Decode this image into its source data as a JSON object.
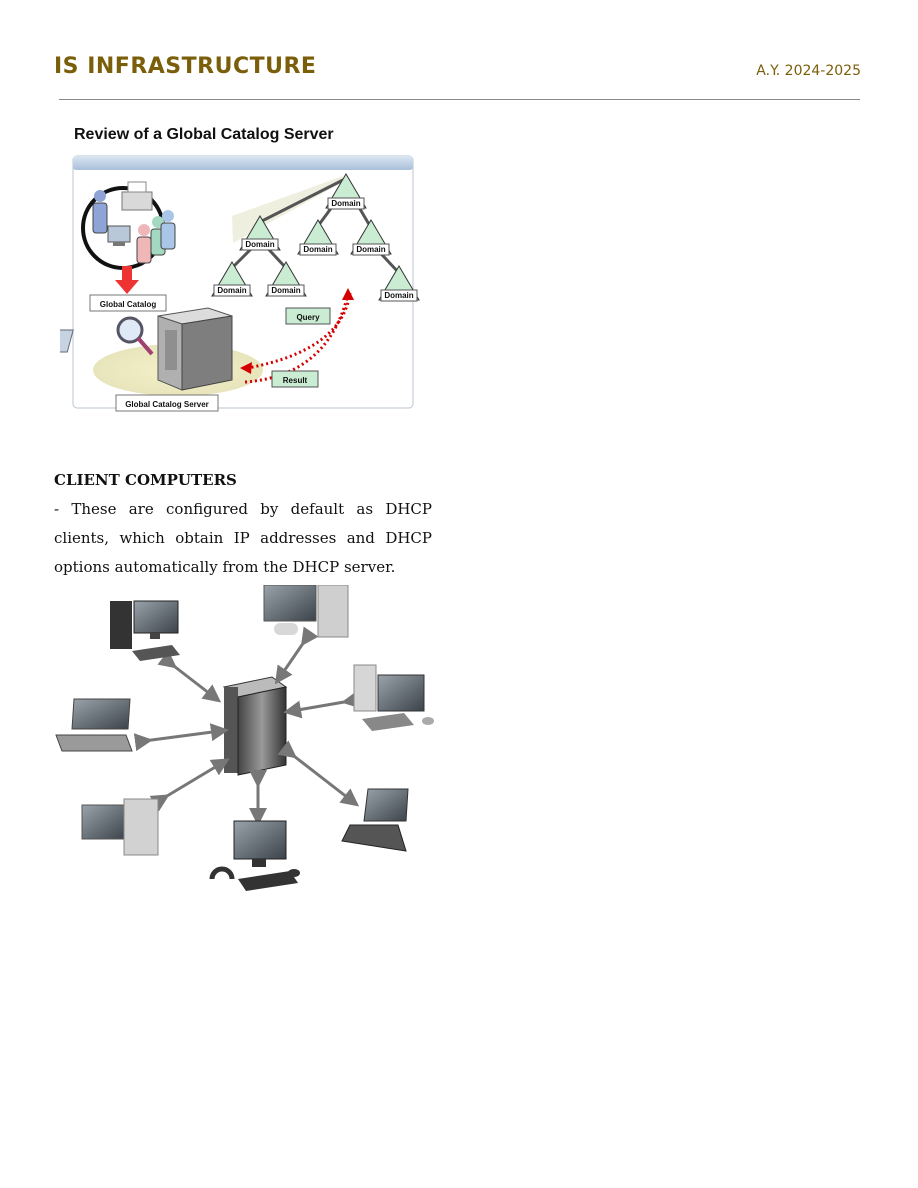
{
  "header": {
    "title": "IS INFRASTRUCTURE",
    "academic_year": "A.Y. 2024-2025"
  },
  "figure_global_catalog": {
    "title": "Review of a Global Catalog Server",
    "domain_label": "Domain",
    "global_catalog_label": "Global Catalog",
    "query_label": "Query",
    "result_label": "Result",
    "server_label": "Global Catalog Server"
  },
  "client_section": {
    "heading": "CLIENT COMPUTERS",
    "body": "- These are configured by default as DHCP clients, which obtain IP addresses and DHCP options automatically from the DHCP server."
  },
  "colors": {
    "header_accent": "#7b5e0a",
    "domain_fill": "#c9ecd3",
    "arrow_red": "#d40000"
  }
}
